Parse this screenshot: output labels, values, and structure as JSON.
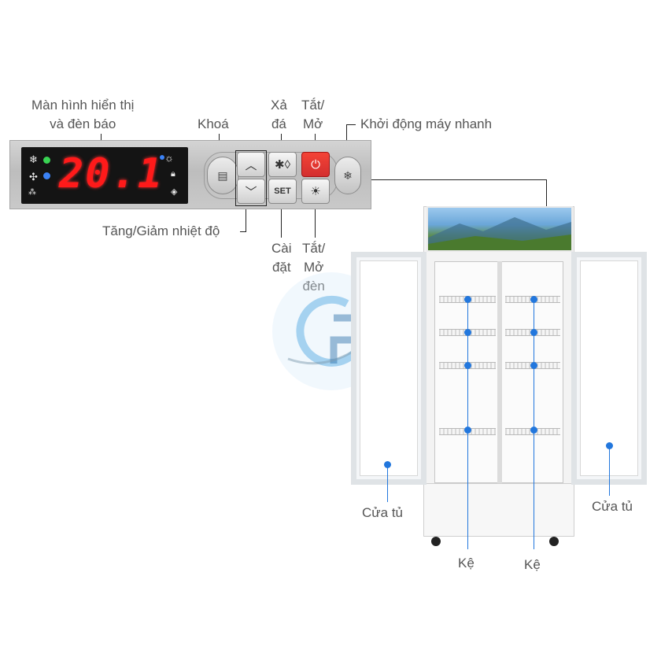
{
  "labels": {
    "display": [
      "Màn hình hiển thị",
      "và đèn báo"
    ],
    "lock": "Khoá",
    "defrost": [
      "Xả",
      "đá"
    ],
    "power": [
      "Tắt/",
      "Mở"
    ],
    "quick_start": "Khởi động máy nhanh",
    "temp": "Tăng/Giảm nhiệt độ",
    "setting": [
      "Cài",
      "đặt"
    ],
    "light": [
      "Tắt/",
      "Mở",
      "đèn"
    ],
    "door_left": "Cửa tủ",
    "door_right": "Cửa tủ",
    "shelf_left": "Kệ",
    "shelf_right": "Kệ"
  },
  "panel": {
    "temperature": "20.1",
    "set_label": "SET"
  },
  "colors": {
    "digit": "#ff1a1a",
    "power_button": "#e53935",
    "marker": "#2277dd"
  },
  "icons": [
    "snowflake-icon",
    "fan-icon",
    "defrost-icon",
    "sun-icon",
    "lock-icon",
    "warning-icon",
    "power-icon",
    "light-icon",
    "chevron-up-icon",
    "chevron-down-icon"
  ]
}
